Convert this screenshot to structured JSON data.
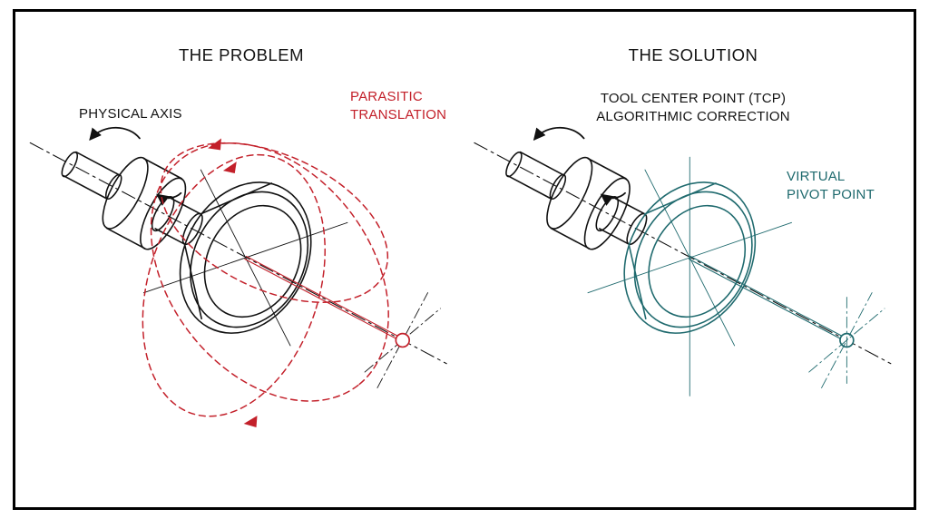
{
  "colors": {
    "red": "#c3202a",
    "teal": "#1f6a6e",
    "ink": "#111111"
  },
  "left": {
    "title": "THE PROBLEM",
    "labels": {
      "physical_axis": "PHYSICAL AXIS",
      "parasitic_line1": "PARASITIC",
      "parasitic_line2": "TRANSLATION"
    }
  },
  "right": {
    "title": "THE SOLUTION",
    "labels": {
      "tcp_line1": "TOOL CENTER POINT (TCP)",
      "tcp_line2": "ALGORITHMIC CORRECTION",
      "virtual_line1": "VIRTUAL",
      "virtual_line2": "PIVOT POINT"
    }
  }
}
